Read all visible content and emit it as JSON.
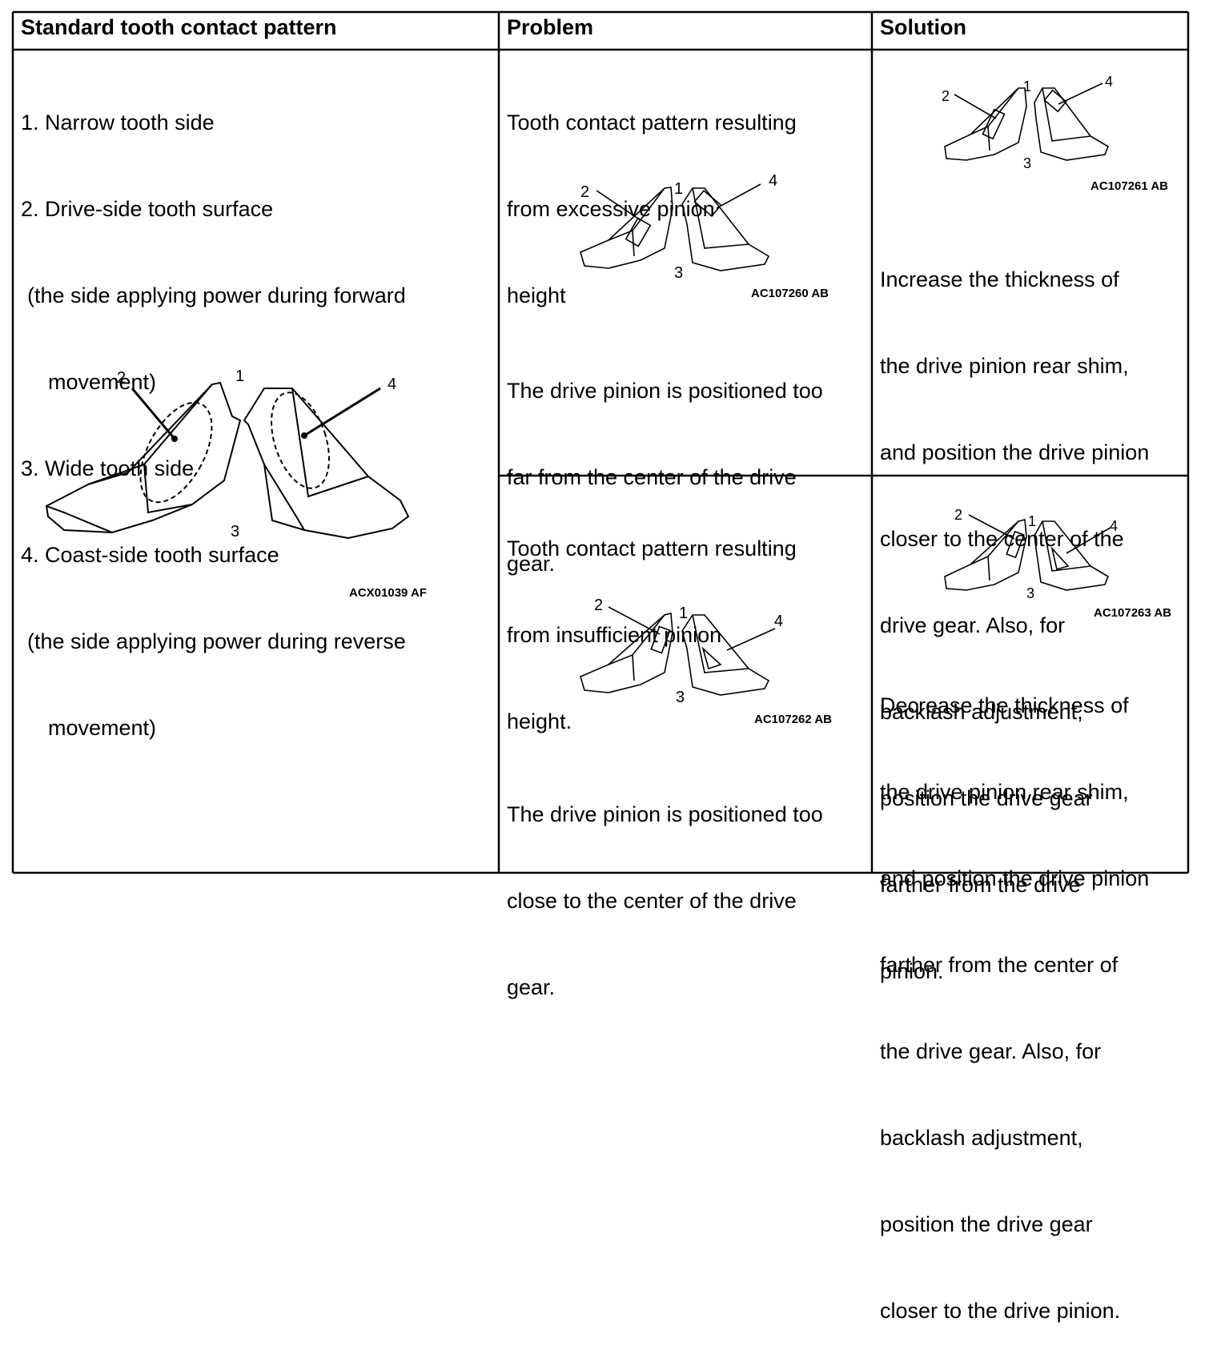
{
  "header": {
    "col1": "Standard tooth contact pattern",
    "col2": "Problem",
    "col3": "Solution"
  },
  "standard": {
    "lines": [
      "1. Narrow tooth side",
      "2. Drive-side tooth surface",
      "(the side applying power during forward",
      "movement)",
      "3. Wide tooth side",
      "4. Coast-side tooth surface",
      "(the side applying power during reverse",
      "movement)"
    ],
    "figure_code": "ACX01039 AF",
    "callouts": [
      "1",
      "2",
      "3",
      "4"
    ]
  },
  "rows": [
    {
      "problem_title_lines": [
        "Tooth contact pattern resulting",
        "from excessive pinion",
        "height"
      ],
      "problem_figure_code": "AC107260 AB",
      "problem_desc_lines": [
        "The drive pinion is positioned too",
        "far from the center of the drive",
        "gear."
      ],
      "solution_figure_code": "AC107261 AB",
      "solution_lines": [
        "Increase the thickness of",
        "the drive pinion rear shim,",
        "and position the drive pinion",
        "closer to the center of the",
        "drive gear. Also, for",
        "backlash adjustment,",
        "position the drive gear",
        "farther from the drive",
        "pinion."
      ]
    },
    {
      "problem_title_lines": [
        "Tooth contact pattern resulting",
        "from insufficient pinion",
        "height."
      ],
      "problem_figure_code": "AC107262 AB",
      "problem_desc_lines": [
        "The drive pinion is positioned too",
        "close to the center of the drive",
        "gear."
      ],
      "solution_figure_code": "AC107263 AB",
      "solution_lines": [
        "Decrease the thickness of",
        "the drive pinion rear shim,",
        "and position the drive pinion",
        "farther from the center of",
        "the drive gear. Also, for",
        "backlash adjustment,",
        "position the drive gear",
        "closer to the drive pinion."
      ]
    }
  ]
}
